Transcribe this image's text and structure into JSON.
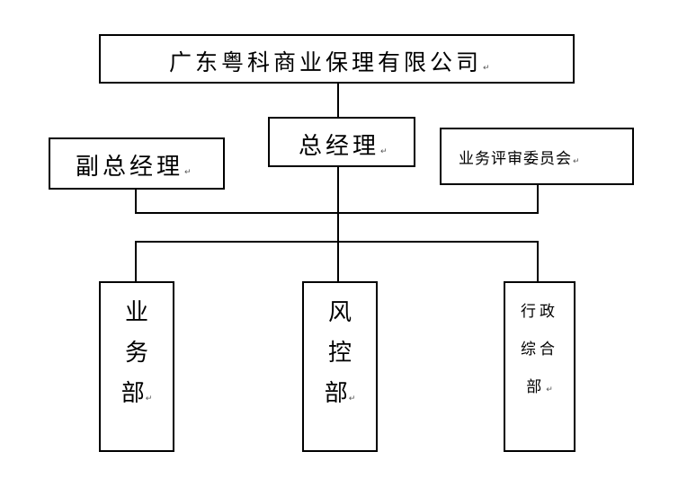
{
  "company": {
    "name": "广东粤科商业保理有限公司"
  },
  "management": {
    "gm": "总经理",
    "deputy": "副总经理",
    "committee": "业务评审委员会"
  },
  "departments": {
    "business": [
      "业",
      "务",
      "部"
    ],
    "risk": [
      "风",
      "控",
      "部"
    ],
    "admin": [
      "行政",
      "综合",
      "部"
    ]
  },
  "para_mark": "↵"
}
